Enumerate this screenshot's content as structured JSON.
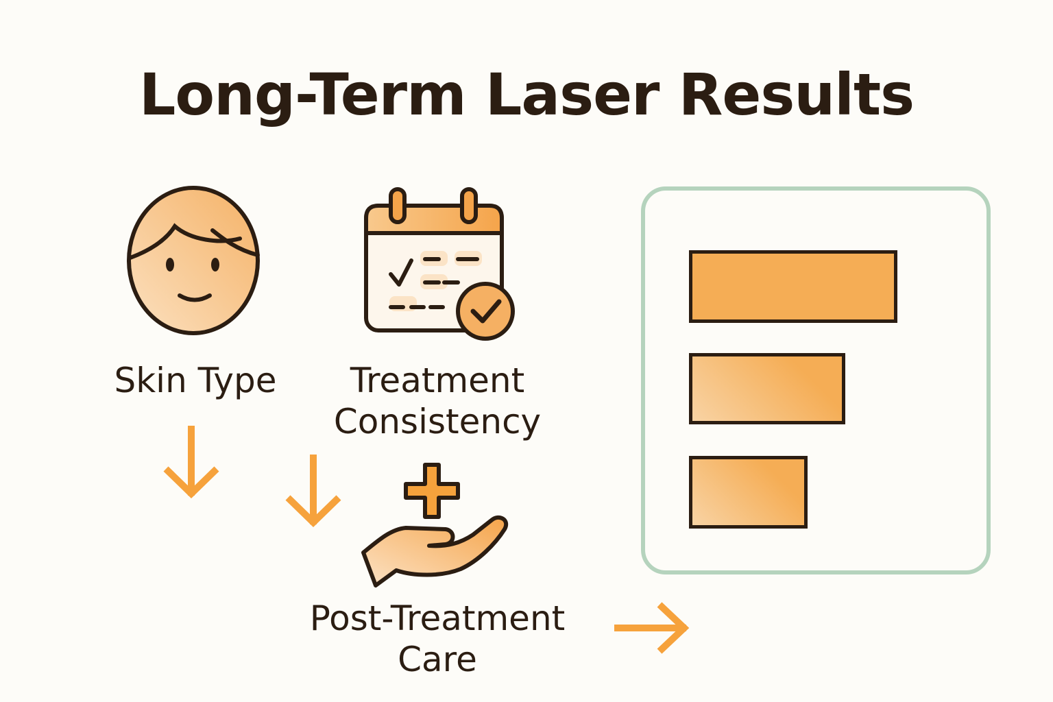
{
  "title": "Long-Term Laser Results",
  "factors": [
    {
      "label": "Skin Type",
      "icon": "face-icon"
    },
    {
      "label": "Treatment Consistency",
      "label_lines": [
        "Treatment",
        "Consistency"
      ],
      "icon": "calendar-check-icon"
    },
    {
      "label": "Post-Treatment Care",
      "label_lines": [
        "Post-Treatment",
        "Care"
      ],
      "icon": "hand-plus-icon"
    }
  ],
  "results_panel": {
    "bars": [
      {
        "relative_value": 1.0
      },
      {
        "relative_value": 0.75
      },
      {
        "relative_value": 0.57
      }
    ]
  },
  "colors": {
    "accent": "#f6a23c",
    "bar_fill": "#f5ad55",
    "bar_fill_light": "#f8d3a4",
    "outline": "#2b1d12",
    "panel_border": "#b5d3bd",
    "background": "#fdfcf8"
  }
}
